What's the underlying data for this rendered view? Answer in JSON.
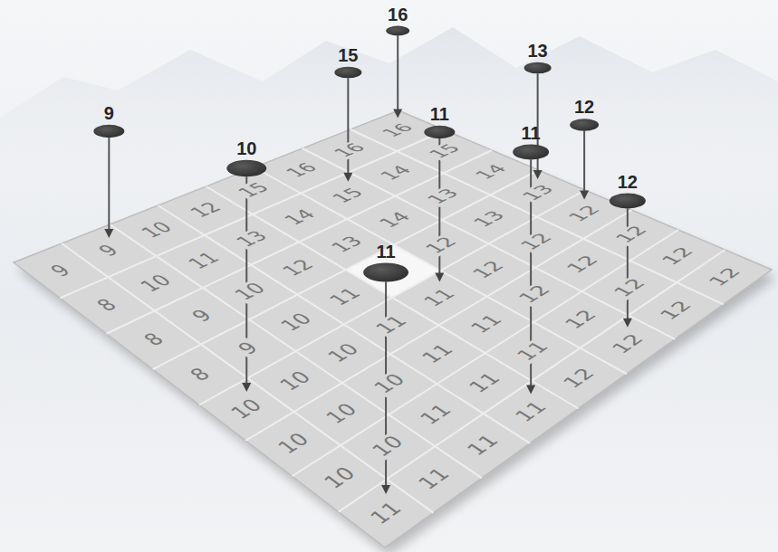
{
  "diagram": {
    "labels": [
      "16",
      "15",
      "13",
      "12",
      "9",
      "11",
      "12",
      "10",
      "11",
      "11",
      "9",
      "9",
      "10",
      "12",
      "15",
      "16",
      "16",
      "16",
      "8",
      "10",
      "11",
      "13",
      "14",
      "15",
      "14",
      "15",
      "8",
      "9",
      "10",
      "12",
      "13",
      "14",
      "13",
      "14",
      "8",
      "9",
      "10",
      "11",
      "12",
      "13",
      "13",
      "10",
      "10",
      "10",
      "11",
      "11",
      "12",
      "12",
      "12",
      "10",
      "10",
      "10",
      "11",
      "11",
      "12",
      "12",
      "12",
      "10",
      "10",
      "11",
      "11",
      "11",
      "12",
      "12",
      "12",
      "11",
      "11",
      "11",
      "11",
      "12",
      "12",
      "12",
      "12"
    ]
  }
}
